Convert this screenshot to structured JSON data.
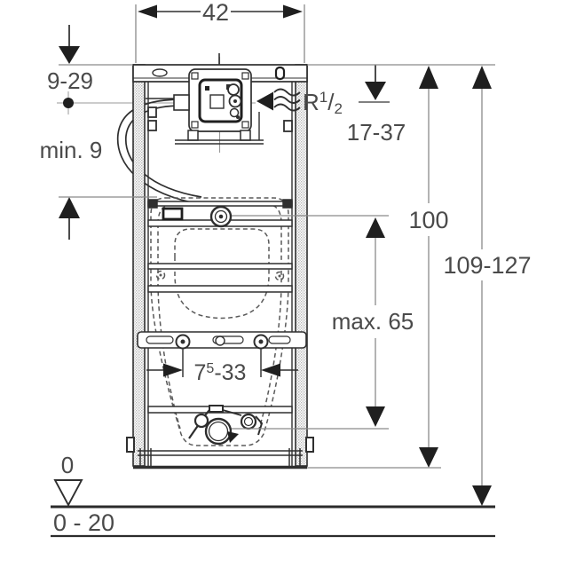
{
  "diagram_type": "technical-installation-drawing",
  "labels": {
    "frame_width": "42",
    "supply_depth": "9-29",
    "min_clearance": "min. 9",
    "thread": {
      "prefix": "R",
      "sup": "1",
      "slash": "/",
      "sub": "2"
    },
    "supply_height": "17-37",
    "frame_height": "100",
    "install_height": "109-127",
    "outlet_max": "max. 65",
    "fixing_range": {
      "main": "7",
      "sup": "5",
      "rest": "-33"
    },
    "datum": "0",
    "floor_range": "0 - 20"
  },
  "icons": {
    "water_flow": "≈",
    "datum_level": "▽",
    "supply_point": "●"
  },
  "colors": {
    "line": "#2f2f2f",
    "dim_line": "#8a8a8a",
    "dashed": "#5a5a5a",
    "text": "#4a4a4a",
    "background": "#ffffff"
  }
}
